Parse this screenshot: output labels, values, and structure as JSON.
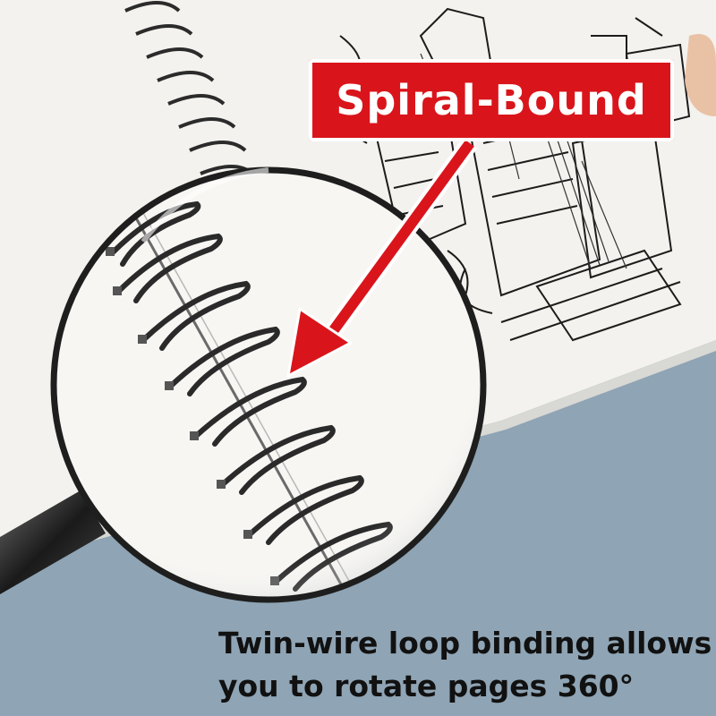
{
  "colors": {
    "background": "#8fa4b4",
    "paper": "#f4f2ee",
    "accent_red": "#d9151b",
    "wire": "#2b2b2b",
    "text": "#111111"
  },
  "label": {
    "text": "Spiral-Bound"
  },
  "caption": {
    "line1": "Twin-wire loop binding allows",
    "line2": "you to rotate pages 360°"
  },
  "icons": [
    "magnifier-icon",
    "arrow-icon"
  ]
}
